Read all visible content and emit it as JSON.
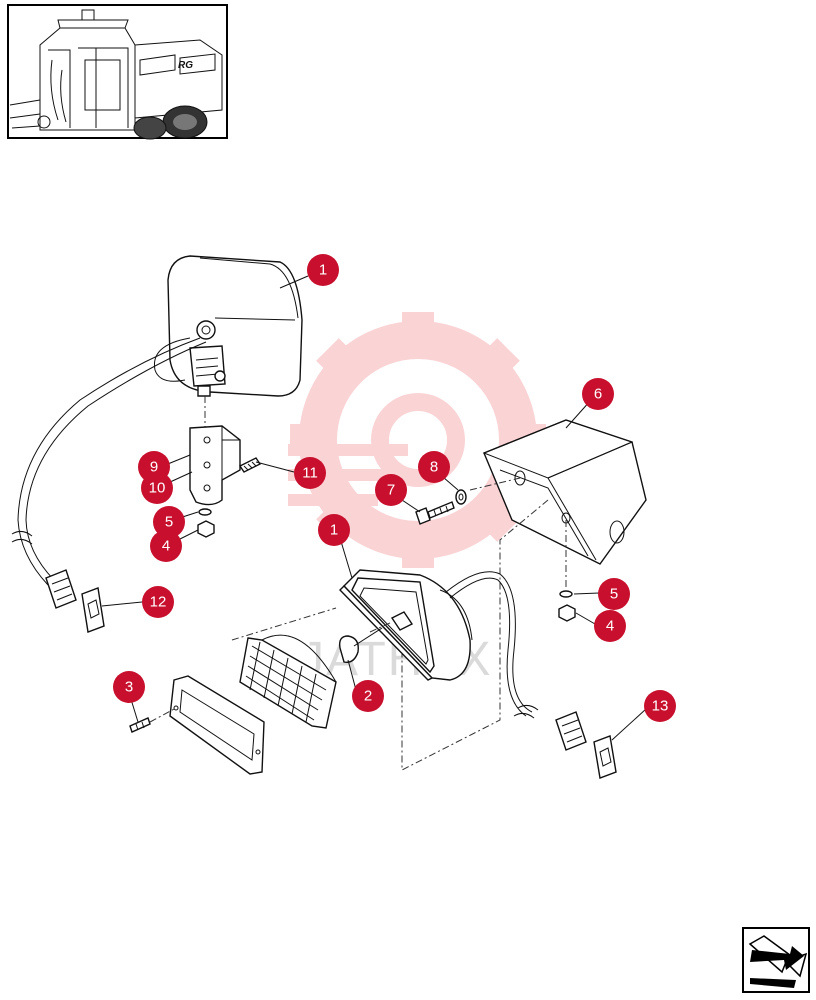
{
  "watermark": {
    "text": "JATHEX",
    "color": "#e8101f"
  },
  "accent_color": "#c8102e",
  "thumbnail": {
    "name": "machine-cab-thumbnail",
    "badge_text": "RG"
  },
  "callouts": [
    {
      "id": "c1a",
      "label": "1"
    },
    {
      "id": "c1b",
      "label": "1"
    },
    {
      "id": "c2",
      "label": "2"
    },
    {
      "id": "c3",
      "label": "3"
    },
    {
      "id": "c4a",
      "label": "4"
    },
    {
      "id": "c4b",
      "label": "4"
    },
    {
      "id": "c5a",
      "label": "5"
    },
    {
      "id": "c5b",
      "label": "5"
    },
    {
      "id": "c6",
      "label": "6"
    },
    {
      "id": "c7",
      "label": "7"
    },
    {
      "id": "c8",
      "label": "8"
    },
    {
      "id": "c9",
      "label": "9"
    },
    {
      "id": "c10",
      "label": "10"
    },
    {
      "id": "c11",
      "label": "11"
    },
    {
      "id": "c12",
      "label": "12"
    },
    {
      "id": "c13",
      "label": "13"
    }
  ],
  "nav_icon": "next-page-arrow-icon"
}
